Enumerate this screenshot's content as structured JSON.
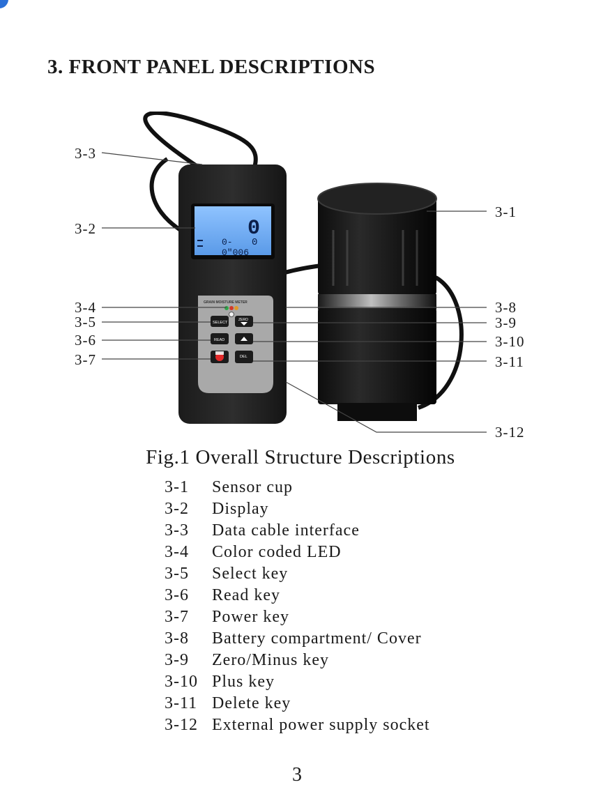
{
  "heading": "3. FRONT PANEL DESCRIPTIONS",
  "figure": {
    "lcd": {
      "main_value": "0",
      "left_small": "0-",
      "right_small": "0",
      "bottom_line": "0\"006"
    },
    "panel_label": "GRAIN MOISTURE METER",
    "keys": {
      "select": "SELECT",
      "zero": "ZERO",
      "read": "READ",
      "del": "DEL"
    },
    "callouts_left": [
      "3-3",
      "3-2",
      "3-4",
      "3-5",
      "3-6",
      "3-7"
    ],
    "callouts_right": [
      "3-1",
      "3-8",
      "3-9",
      "3-10",
      "3-11",
      "3-12"
    ]
  },
  "caption": "Fig.1 Overall Structure Descriptions",
  "parts": [
    {
      "id": "3-1",
      "name": "Sensor cup"
    },
    {
      "id": "3-2",
      "name": "Display"
    },
    {
      "id": "3-3",
      "name": "Data cable interface"
    },
    {
      "id": "3-4",
      "name": "Color coded LED"
    },
    {
      "id": "3-5",
      "name": "Select key"
    },
    {
      "id": "3-6",
      "name": "Read key"
    },
    {
      "id": "3-7",
      "name": "Power key"
    },
    {
      "id": "3-8",
      "name": "Battery compartment/ Cover"
    },
    {
      "id": "3-9",
      "name": "Zero/Minus key"
    },
    {
      "id": "3-10",
      "name": "Plus key"
    },
    {
      "id": "3-11",
      "name": "Delete key"
    },
    {
      "id": "3-12",
      "name": "External power supply socket"
    }
  ],
  "page_number": "3"
}
